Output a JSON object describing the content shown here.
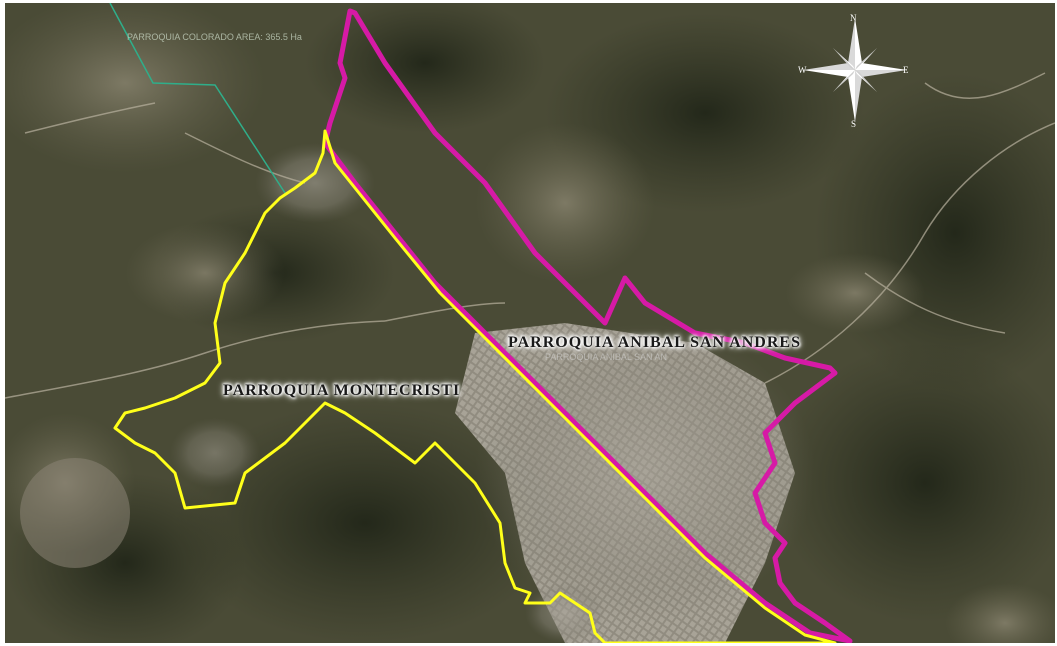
{
  "map": {
    "labels": {
      "montecristi": "PARROQUIA MONTECRISTI",
      "anibal_san_andres": "PARROQUIA ANIBAL SAN ANDRES",
      "anibal_ghost": "PARROQUIA ANIBAL SAN AN",
      "colorado": "PARROQUIA COLORADO   AREA: 365.5 Ha"
    },
    "compass": {
      "north": "N",
      "south": "S",
      "west": "W",
      "east": "E"
    },
    "boundary_colors": {
      "montecristi": "#ffff1a",
      "anibal_san_andres": "#d61aa6",
      "colorado": "#2fae8a"
    }
  }
}
